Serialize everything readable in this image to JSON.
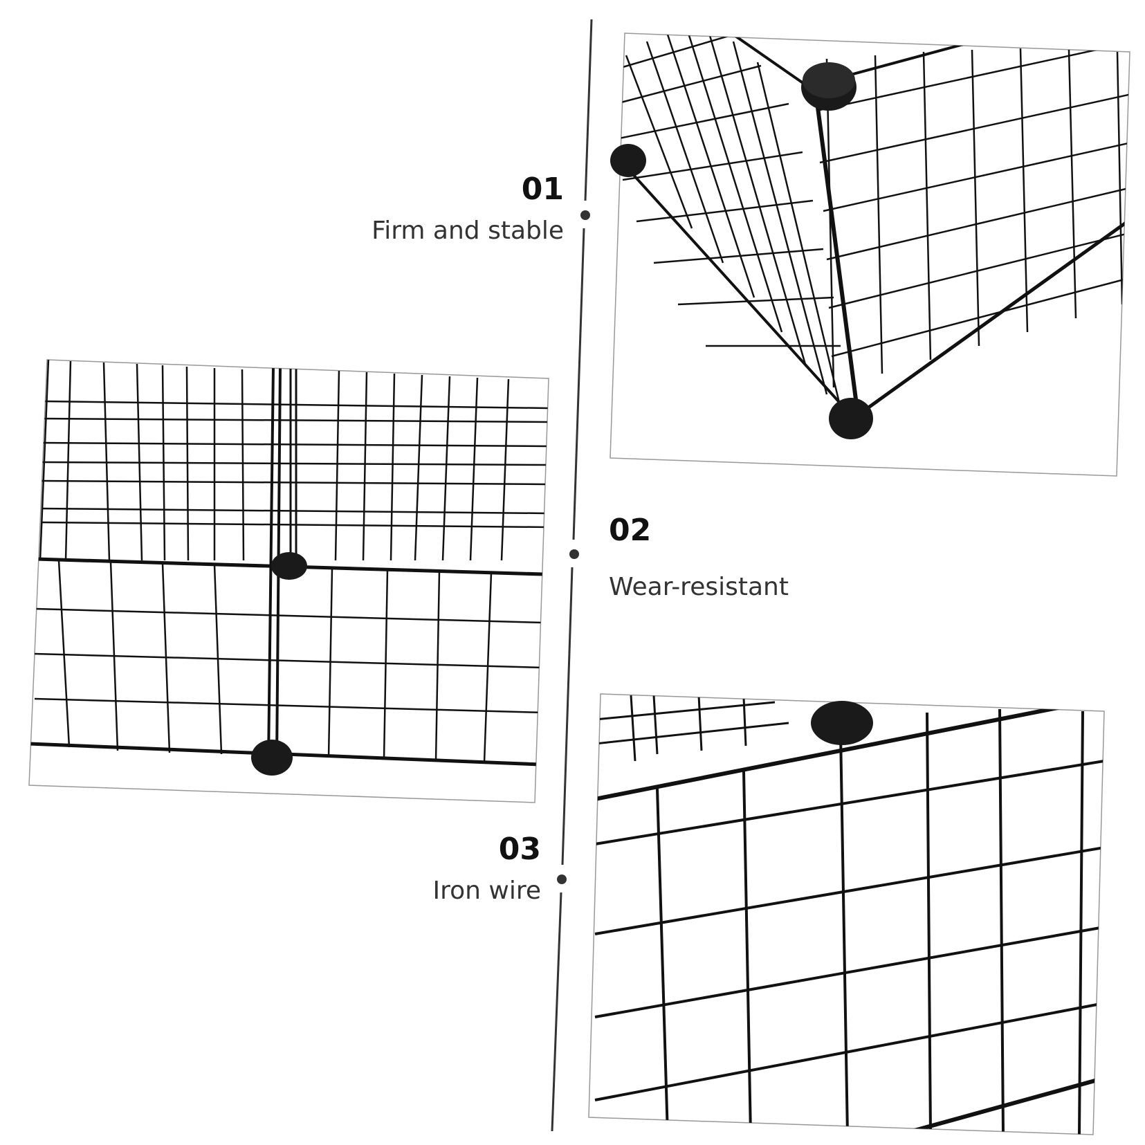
{
  "colors": {
    "background": "#ffffff",
    "wire": "#111111",
    "text": "#333333",
    "number": "#111111"
  },
  "features": [
    {
      "number": "01",
      "label": "Firm and stable"
    },
    {
      "number": "02",
      "label": "Wear-resistant"
    },
    {
      "number": "03",
      "label": "Iron wire"
    }
  ]
}
